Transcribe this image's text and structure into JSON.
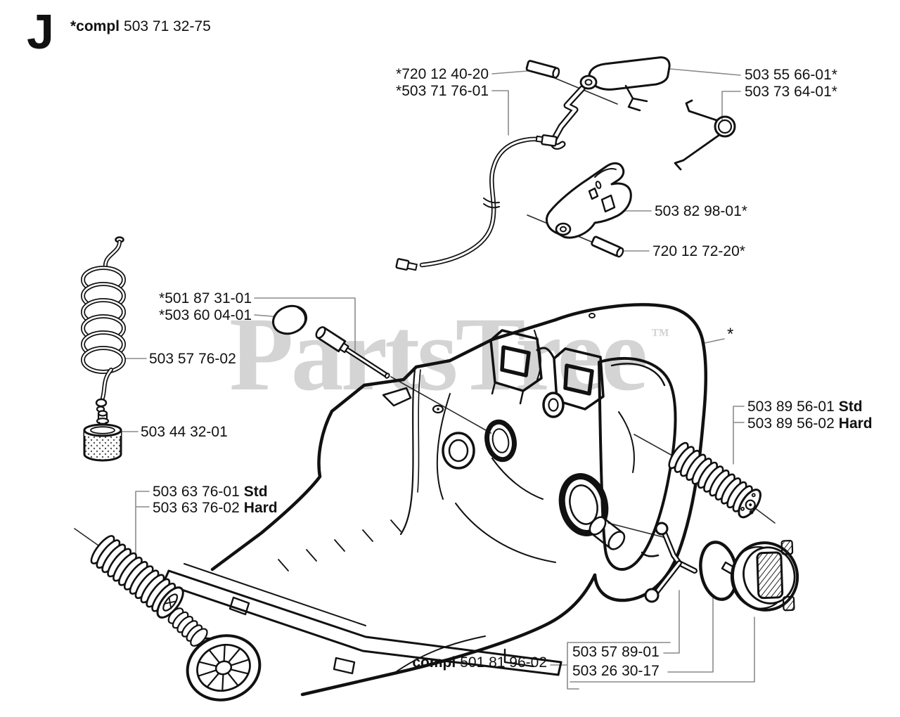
{
  "header": {
    "section_letter": "J",
    "compl_prefix": "*compl",
    "compl_number": "503 71 32-75"
  },
  "watermark": {
    "text": "PartsTree",
    "tm": "™",
    "color": "#d4d4d4"
  },
  "colors": {
    "background": "#ffffff",
    "line_art": "#111111",
    "leader_lines": "#8a8a8a",
    "labels": "#111111"
  },
  "callouts": {
    "pin_top": {
      "text": "*720 12 40-20"
    },
    "throttle_cable": {
      "text": "*503 71 76-01"
    },
    "lockout_lever": {
      "text": "503 55 66-01*"
    },
    "torsion_spring": {
      "text": "503 73 64-01*"
    },
    "throttle_trigger": {
      "text": "503 82 98-01*"
    },
    "pin_bottom": {
      "text": "720 12 72-20*"
    },
    "choke_rod": {
      "text": "*501 87 31-01"
    },
    "choke_cap": {
      "text": "*503 60 04-01"
    },
    "fuel_hose": {
      "text": "503 57 76-02"
    },
    "fuel_filter": {
      "text": "503 44 32-01"
    },
    "av_spring_right_std": {
      "number": "503 89 56-01",
      "variant": "Std"
    },
    "av_spring_right_hard": {
      "number": "503 89 56-02",
      "variant": "Hard"
    },
    "av_spring_left_std": {
      "number": "503 63 76-01",
      "variant": "Std"
    },
    "av_spring_left_hard": {
      "number": "503 63 76-02",
      "variant": "Hard"
    },
    "handle_asterisk": {
      "text": "*"
    },
    "compl_assembly": {
      "prefix": "compl",
      "number": "501 81 96-02"
    },
    "cap_retainer": {
      "text": "503 57 89-01"
    },
    "o_ring": {
      "text": "503 26 30-17"
    }
  }
}
